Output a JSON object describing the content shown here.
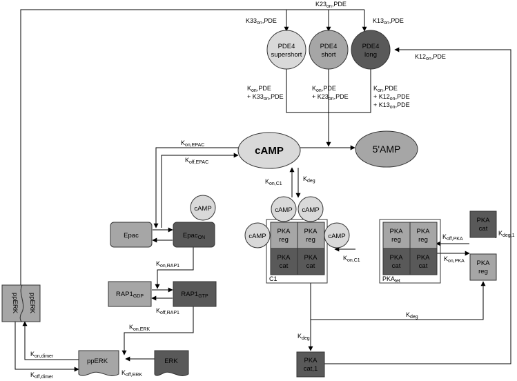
{
  "colors": {
    "light": "#d9d9d9",
    "mid": "#a6a6a6",
    "dark": "#595959",
    "stroke": "#333333"
  },
  "nodes": {
    "pde4_supershort": [
      "PDE4",
      "supershort"
    ],
    "pde4_short": [
      "PDE4",
      "short"
    ],
    "pde4_long": [
      "PDE4",
      "long"
    ],
    "camp_main": "cAMP",
    "five_amp": "5'AMP",
    "camp_small": "cAMP",
    "epac": "Epac",
    "epac_on": {
      "base": "Epac",
      "sub": "ON"
    },
    "rap1_gdp": {
      "base": "RAP1",
      "sub": "GDP"
    },
    "rap1_gtp": {
      "base": "RAP1",
      "sub": "GTP"
    },
    "pperk_dimer": [
      "ppERK",
      "ppERK"
    ],
    "pperk": "ppERK",
    "erk": "ERK",
    "pka_reg": [
      "PKA",
      "reg"
    ],
    "pka_cat": [
      "PKA",
      "cat"
    ],
    "c1": "C1",
    "pka_tet": {
      "base": "PKA",
      "sub": "tet"
    },
    "pka_cat_free": [
      "PKA",
      "cat"
    ],
    "pka_reg_free": [
      "PKA",
      "reg"
    ],
    "pka_cat1": [
      "PKA",
      "cat,1"
    ]
  },
  "labels": {
    "k23": {
      "base": "K23",
      "sub": "on",
      "rest": ",PDE"
    },
    "k33": {
      "base": "K33",
      "sub": "on",
      "rest": ",PDE"
    },
    "k13": {
      "base": "K13",
      "sub": "on",
      "rest": ",PDE"
    },
    "k12": {
      "base": "K12",
      "sub": "on",
      "rest": ",PDE"
    },
    "ss_l1": {
      "base": "K",
      "sub": "on",
      "rest": ",PDE"
    },
    "ss_l2": {
      "base": "+ K33",
      "sub": "on",
      "rest": ",PDE"
    },
    "sh_l1": {
      "base": "K",
      "sub": "on",
      "rest": ",PDE"
    },
    "sh_l2": {
      "base": "+ K23",
      "sub": "on",
      "rest": ",PDE"
    },
    "lo_l1": {
      "base": "K",
      "sub": "on",
      "rest": ",PDE"
    },
    "lo_l2": {
      "base": "+ K12",
      "sub": "on",
      "rest": ",PDE"
    },
    "lo_l3": {
      "base": "+ K13",
      "sub": "on",
      "rest": ",PDE"
    },
    "kon_epac": {
      "base": "K",
      "sub": "on,EPAC"
    },
    "koff_epac": {
      "base": "K",
      "sub": "off,EPAC"
    },
    "kon_c1_top": {
      "base": "K",
      "sub": "on,C1"
    },
    "kdeg_top": {
      "base": "K",
      "sub": "deg"
    },
    "kon_rap1": {
      "base": "K",
      "sub": "on,RAP1"
    },
    "koff_rap1": {
      "base": "K",
      "sub": "off,RAP1"
    },
    "kon_erk": {
      "base": "K",
      "sub": "on,ERK"
    },
    "koff_erk": {
      "base": "K",
      "sub": "off,ERK"
    },
    "kon_dimer": {
      "base": "K",
      "sub": "on,dimer"
    },
    "koff_dimer": {
      "base": "K",
      "sub": "off,dimer"
    },
    "kon_c1_mid": {
      "base": "K",
      "sub": "on,C1"
    },
    "koff_pka": {
      "base": "K",
      "sub": "off,PKA"
    },
    "kon_pka": {
      "base": "K",
      "sub": "on,PKA"
    },
    "kdeg_mid": {
      "base": "K",
      "sub": "deg"
    },
    "kdeg_low": {
      "base": "K",
      "sub": "deg"
    },
    "kdeg1": {
      "base": "K",
      "sub": "deg,1"
    }
  }
}
